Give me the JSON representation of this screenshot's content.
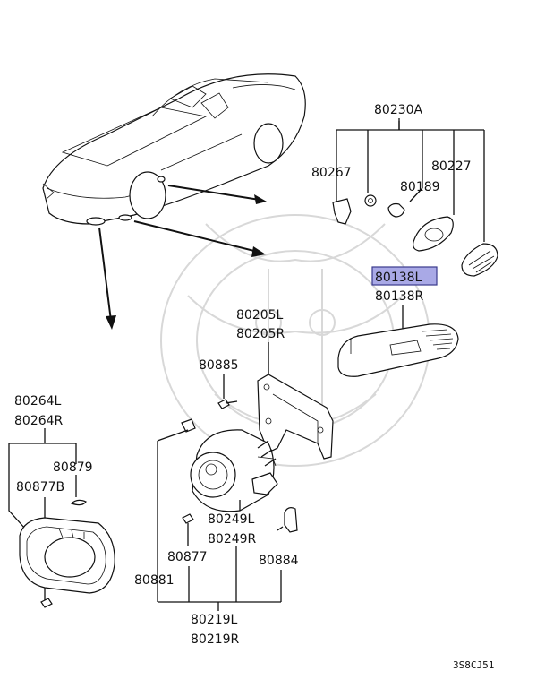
{
  "labels": {
    "80230A": "80230A",
    "80267": "80267",
    "80227": "80227",
    "80189": "80189",
    "80138L": "80138L",
    "80138R": "80138R",
    "80205L": "80205L",
    "80205R": "80205R",
    "80885": "80885",
    "80264L": "80264L",
    "80264R": "80264R",
    "80879": "80879",
    "80877B": "80877B",
    "80249L": "80249L",
    "80249R": "80249R",
    "80877": "80877",
    "80884": "80884",
    "80881": "80881",
    "80219L": "80219L",
    "80219R": "80219R"
  },
  "highlighted_part": "80138L",
  "diagram_code": "3S8CJ51",
  "colors": {
    "highlight_fill": "#a9a9e6",
    "highlight_border": "#3a3a8c",
    "watermark": "#d8d8d8"
  }
}
